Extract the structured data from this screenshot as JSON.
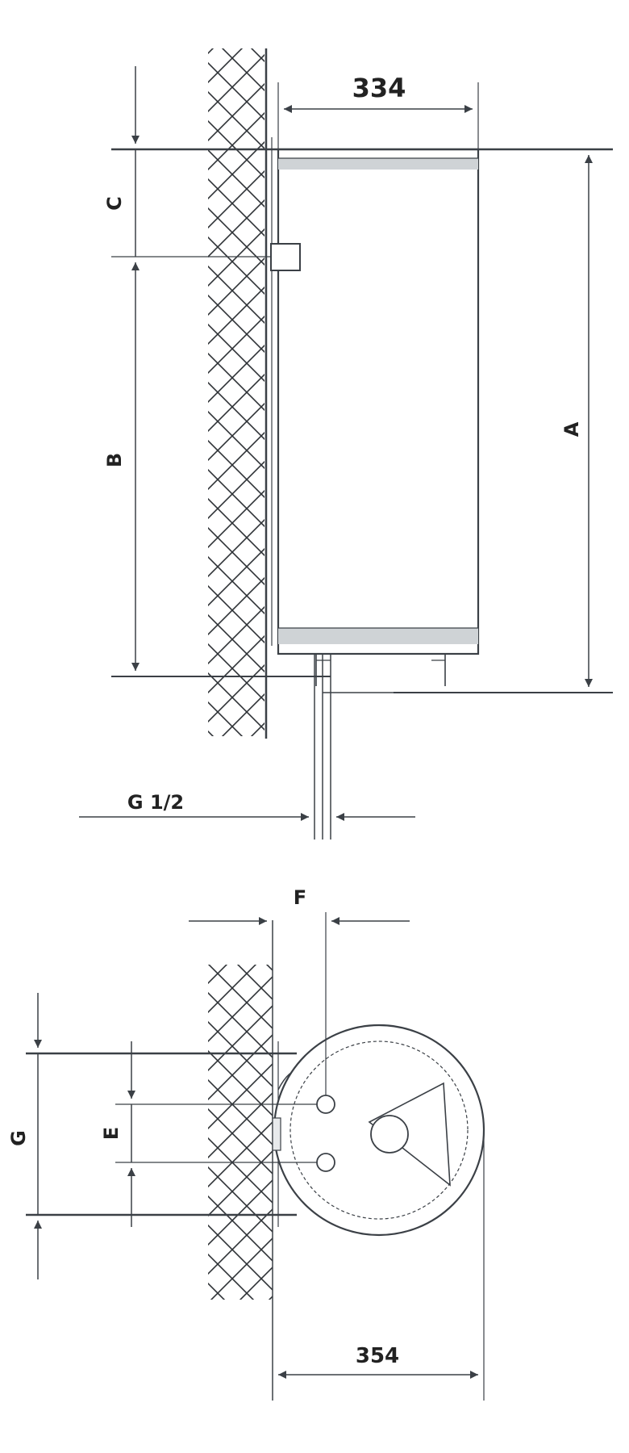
{
  "colors": {
    "line": "#3b4046",
    "hatch": "#2e3236",
    "tank_band": "#cfd3d6",
    "text": "#222222",
    "background": "#ffffff"
  },
  "labels": {
    "width_top": "334",
    "A": "A",
    "B": "B",
    "C": "C",
    "pipe": "G 1/2",
    "F": "F",
    "G": "G",
    "E": "E",
    "width_bottom": "354"
  },
  "views": [
    {
      "name": "side-elevation",
      "labels": [
        "334",
        "A",
        "B",
        "C",
        "G 1/2"
      ]
    },
    {
      "name": "top-plan",
      "labels": [
        "F",
        "G",
        "E",
        "354"
      ]
    }
  ]
}
